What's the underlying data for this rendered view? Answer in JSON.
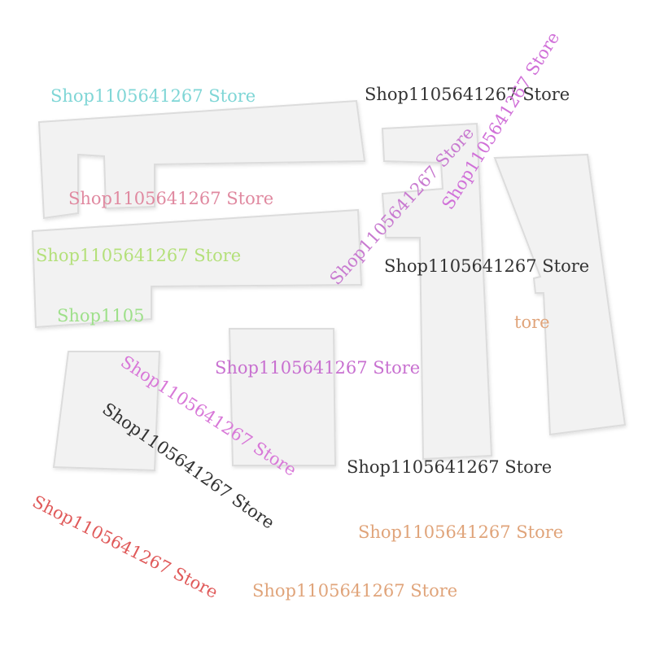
{
  "watermarks": {
    "w1": {
      "text": "Shop1105641267 Store",
      "color": "#7fd6d6"
    },
    "w2": {
      "text": "Shop1105641267 Store",
      "color": "#333333"
    },
    "w3": {
      "text": "Shop1105641267 Store",
      "color": "#c87ad0"
    },
    "w4": {
      "text": "Shop1105641267 Store",
      "color": "#e089a0"
    },
    "w5": {
      "text": "Shop1105641267 Store",
      "color": "#b4e07a"
    },
    "w6": {
      "text": "Shop1105641267 Store",
      "color": "#d070d8"
    },
    "w7": {
      "text": "Shop1105641267 Store",
      "color": "#333333"
    },
    "w8": {
      "text": "Shop1105",
      "color": "#9ee08a"
    },
    "w9": {
      "text": "tore",
      "color": "#e0a47a"
    },
    "w10": {
      "text": "Shop1105641267 Store",
      "color": "#c870d0"
    },
    "w11": {
      "text": "Shop1105641267 Store",
      "color": "#d878d8"
    },
    "w12": {
      "text": "Shop1105641267 Store",
      "color": "#333333"
    },
    "w13": {
      "text": "Shop1105641267 Store",
      "color": "#333333"
    },
    "w14": {
      "text": "Shop1105641267 Store",
      "color": "#e0a47a"
    },
    "w15": {
      "text": "Shop1105641267 Store",
      "color": "#e05a5a"
    },
    "w16": {
      "text": "Shop1105641267 Store",
      "color": "#e0a47a"
    }
  },
  "colors": {
    "felt": "#f2f2f2",
    "felt_edge": "#dcdcdc",
    "background": "#ffffff"
  }
}
